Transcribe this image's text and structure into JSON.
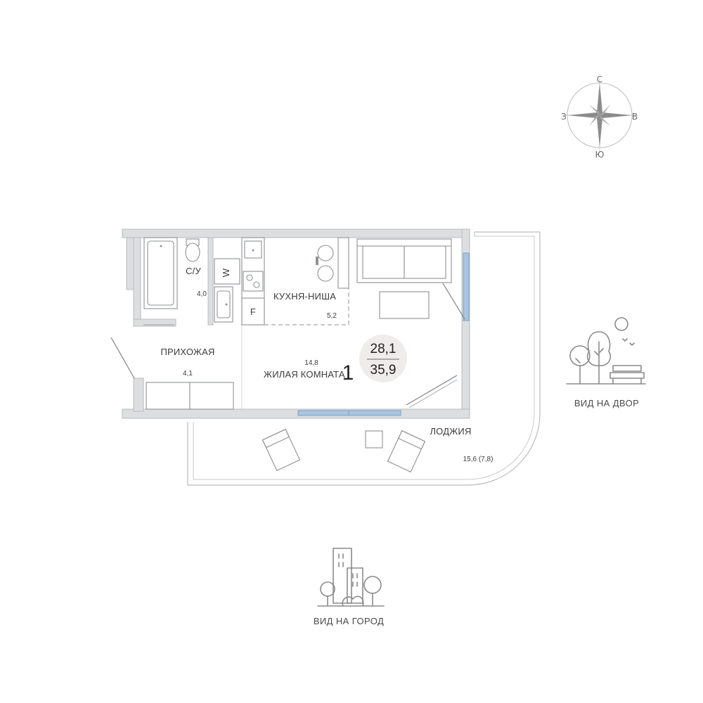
{
  "compass": {
    "north": "С",
    "east": "В",
    "south": "Ю",
    "west": "З"
  },
  "apartment": {
    "rooms_count": "1",
    "living_area": "28,1",
    "total_area": "35,9"
  },
  "rooms": {
    "bathroom": {
      "name": "С/У",
      "area": "4,0"
    },
    "kitchen": {
      "name": "КУХНЯ-НИША",
      "area": "5,2"
    },
    "hallway": {
      "name": "ПРИХОЖАЯ",
      "area": "4,1"
    },
    "living": {
      "name": "ЖИЛАЯ КОМНАТА",
      "area": "14,8"
    },
    "loggia": {
      "name": "ЛОДЖИЯ",
      "area": "15,6 (7,8)"
    }
  },
  "appliances": {
    "washer": "W",
    "fridge": "F"
  },
  "views": {
    "yard": "ВИД НА ДВОР",
    "city": "ВИД НА ГОРОД"
  },
  "colors": {
    "wall": "#dcdee0",
    "window": "#a9c4e0",
    "badge": "#efeceb"
  }
}
